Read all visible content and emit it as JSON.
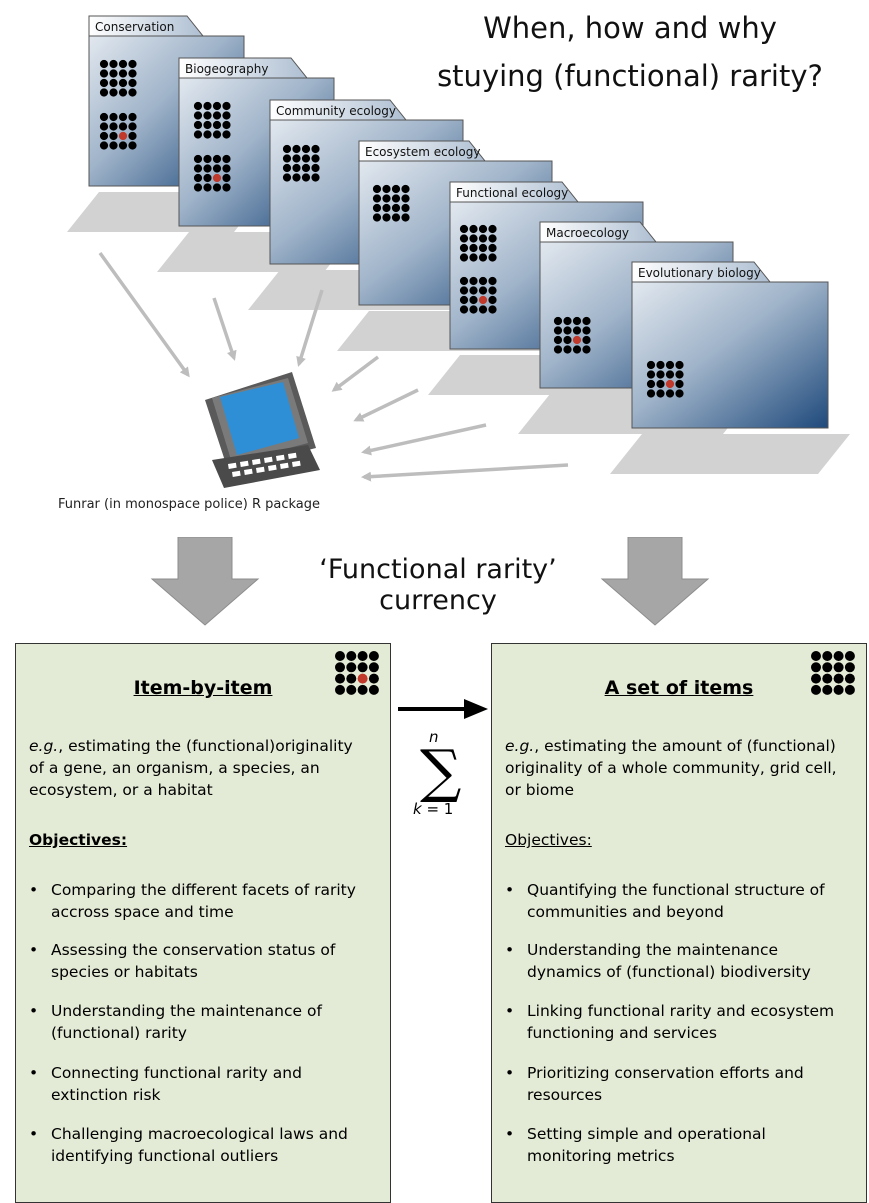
{
  "title": {
    "line1": "When, how and why",
    "line2": "stuying (functional) rarity?"
  },
  "cards": [
    "Conservation",
    "Biogeography",
    "Community ecology",
    "Ecosystem ecology",
    "Functional ecology",
    "Macroecology",
    "Evolutionary biology"
  ],
  "package_label": "Funrar (in monospace police) R package",
  "currency_label": "‘Functional rarity’ currency",
  "summation": {
    "upper": "n",
    "symbol": "∑",
    "lower_var": "k",
    "lower_rest": " = 1"
  },
  "left_panel": {
    "title": "Item-by-item",
    "example_eg": "e.g.",
    "example_line1": ", estimating the (functional)originality",
    "example_line2": "of a gene, an organism, a species, an",
    "example_line3": "ecosystem, or a habitat",
    "objectives_label": "Objectives:",
    "bullets": [
      {
        "line1": "Comparing the different facets of rarity",
        "line2": "accross space and time"
      },
      {
        "line1": "Assessing the conservation status of",
        "line2": "species or habitats"
      },
      {
        "line1": "Understanding the maintenance of",
        "line2": "(functional) rarity"
      },
      {
        "line1": "Connecting functional rarity and",
        "line2": "extinction risk"
      },
      {
        "line1": "Challenging macroecological laws and",
        "line2": "identifying functional outliers"
      }
    ]
  },
  "right_panel": {
    "title": "A set of items",
    "example_eg": "e.g.",
    "example_line1": ", estimating the amount of (functional)",
    "example_line2": "originality of a whole community, grid cell,",
    "example_line3": "or biome",
    "objectives_label": "Objectives:",
    "bullets": [
      {
        "line1": "Quantifying the functional structure of",
        "line2": "communities and beyond"
      },
      {
        "line1": "Understanding the maintenance",
        "line2": "dynamics of (functional) biodiversity"
      },
      {
        "line1": "Linking functional rarity and ecosystem",
        "line2": "functioning and services"
      },
      {
        "line1": "Prioritizing conservation efforts and",
        "line2": "resources"
      },
      {
        "line1": "Setting simple and operational",
        "line2": "monitoring metrics"
      }
    ]
  },
  "colors": {
    "panel_fill": "#e3ead5",
    "card_light": "#d8e0ea",
    "card_dark": "#1f4a7c",
    "highlight_dot": "#c0392b",
    "arrow_gray": "#bdbdbd",
    "big_arrow_gray": "#a6a6a6",
    "screen_blue": "#2e8fd6"
  },
  "icons": [
    "computer-icon",
    "dot-grid-icon",
    "down-arrow-icon",
    "right-arrow-icon"
  ]
}
